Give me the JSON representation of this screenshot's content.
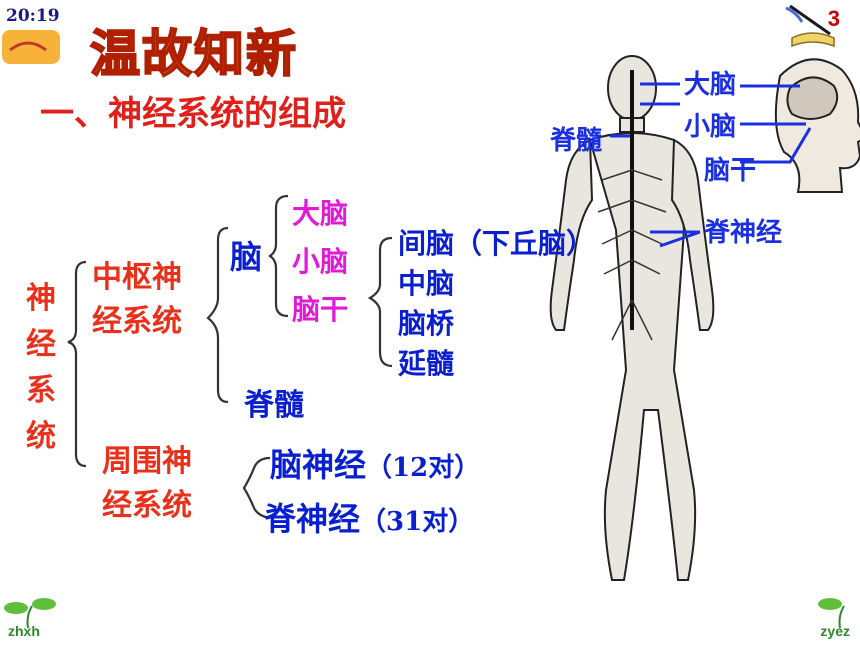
{
  "header": {
    "time": "20:19",
    "page_number": "3",
    "title": "温故知新",
    "subtitle": "一、神经系统的组成"
  },
  "tree": {
    "root": [
      "神",
      "经",
      "系",
      "统"
    ],
    "central": {
      "line1": "中枢神",
      "line2": "经系统",
      "brain": "脑",
      "brain_parts": [
        "大脑",
        "小脑",
        "脑干"
      ],
      "brainstem_parts": [
        "间脑（下丘脑）",
        "中脑",
        "脑桥",
        "延髓"
      ],
      "spinal_cord": "脊髓"
    },
    "peripheral": {
      "line1": "周围神",
      "line2": "经系统",
      "cranial_nerve": "脑神经",
      "cranial_count": "（12对）",
      "spinal_nerve": "脊神经",
      "spinal_count": "（31对）"
    }
  },
  "figure": {
    "labels": {
      "cerebrum": "大脑",
      "cerebellum": "小脑",
      "brainstem": "脑干",
      "spinal_cord": "脊髓",
      "spinal_nerve": "脊神经"
    }
  },
  "footer": {
    "left_mark": "zhxh",
    "right_mark": "zyez"
  },
  "colors": {
    "red": "#e8301a",
    "blue": "#0a1fd0",
    "magenta": "#e21ad8",
    "title_fill": "#e8c400"
  }
}
